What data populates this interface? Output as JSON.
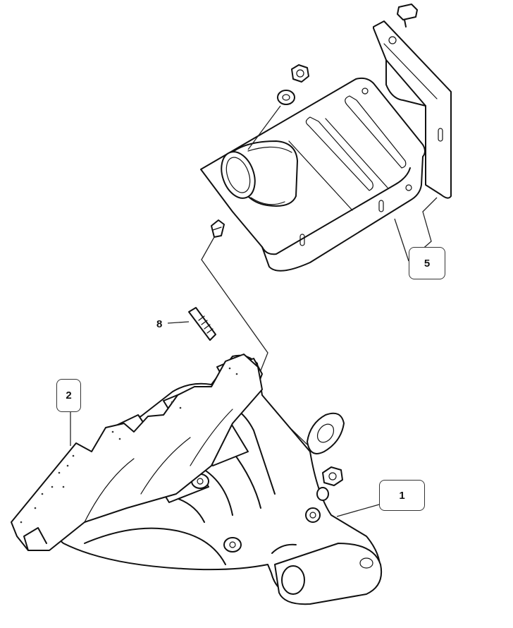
{
  "figure": {
    "labels": {
      "manifold": "1",
      "gasket": "2",
      "heat_shield": "5",
      "stud": "8"
    },
    "colors": {
      "line": "#111111",
      "background": "#ffffff"
    }
  }
}
